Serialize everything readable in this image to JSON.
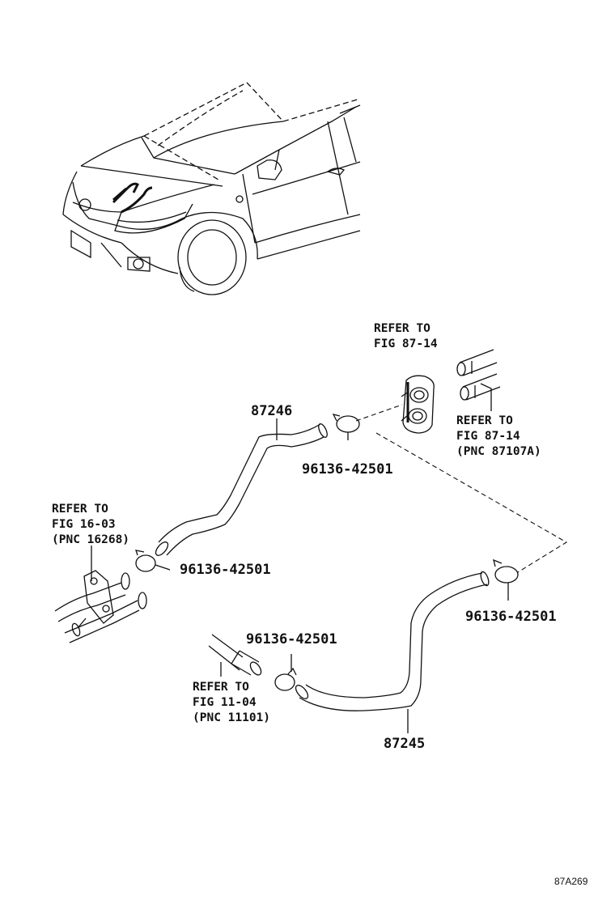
{
  "diagram": {
    "parts": {
      "hose_upper": "87246",
      "hose_lower": "87245",
      "clamp_upper": "96136-42501",
      "clamp_left": "96136-42501",
      "clamp_right": "96136-42501",
      "clamp_bottom": "96136-42501"
    },
    "references": {
      "grommet": [
        "REFER TO",
        "FIG 87-14"
      ],
      "heater_pipes": [
        "REFER TO",
        "FIG 87-14",
        "(PNC 87107A)"
      ],
      "water_bypass": [
        "REFER TO",
        "FIG 16-03",
        "(PNC 16268)"
      ],
      "engine_pipe": [
        "REFER TO",
        "FIG 11-04",
        "(PNC 11101)"
      ]
    },
    "figure_code": "87A269"
  }
}
